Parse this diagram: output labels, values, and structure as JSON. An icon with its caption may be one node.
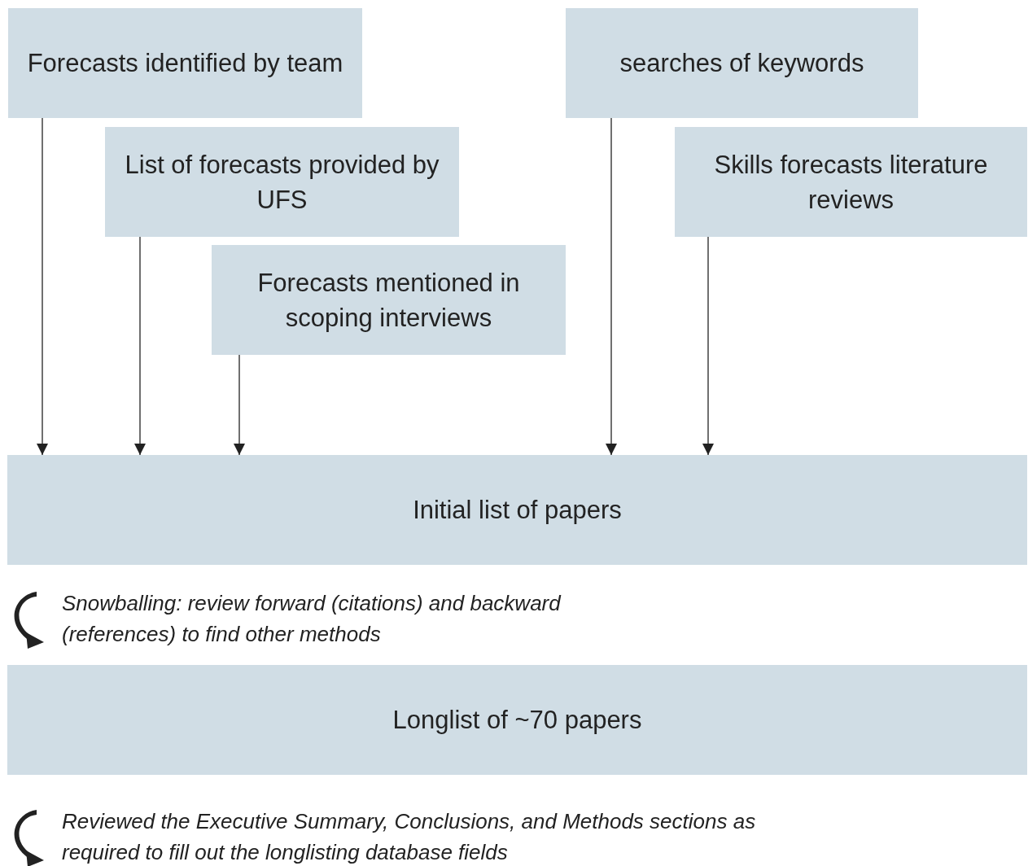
{
  "diagram": {
    "nodes": [
      {
        "text": [
          "Forecasts identified by team"
        ]
      },
      {
        "text": [
          "List of forecasts provided by UFS"
        ]
      },
      {
        "text": [
          "Forecasts mentioned in scoping interviews"
        ]
      },
      {
        "text": [
          "searches of keywords"
        ]
      },
      {
        "text": [
          "Skills forecasts literature reviews"
        ]
      },
      {
        "text": [
          "Initial list of papers"
        ]
      },
      {
        "text": [
          "Longlist of ~70 papers"
        ]
      }
    ],
    "edges": [
      {
        "from": 0,
        "to": 5,
        "arrow": "to"
      },
      {
        "from": 1,
        "to": 5,
        "arrow": "to"
      },
      {
        "from": 2,
        "to": 5,
        "arrow": "to"
      },
      {
        "from": 3,
        "to": 5,
        "arrow": "to"
      },
      {
        "from": 4,
        "to": 5,
        "arrow": "to"
      }
    ],
    "labels": [
      "Snowballing: review forward (citations) and backward (references) to find other methods",
      "Reviewed the Executive Summary, Conclusions, and Methods sections as required to fill out the longlisting database fields"
    ]
  }
}
